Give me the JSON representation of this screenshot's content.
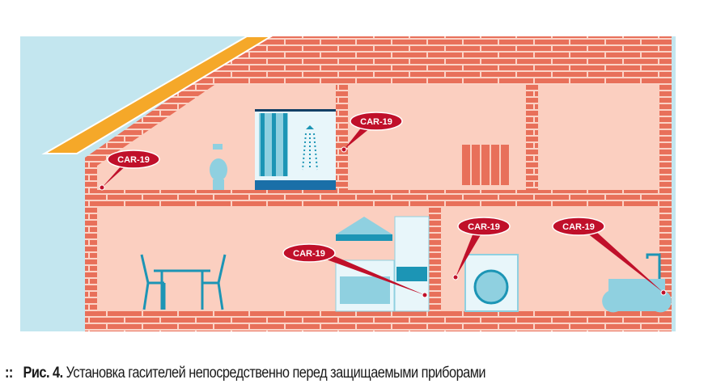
{
  "figure": {
    "caption_marker": "::",
    "caption_prefix": "Рис. 4.",
    "caption_text": "Установка гасителей непосредственно перед защищаемыми приборами"
  },
  "callouts": [
    {
      "label": "CAR-19",
      "location": "bathroom-sink"
    },
    {
      "label": "CAR-19",
      "location": "shower"
    },
    {
      "label": "CAR-19",
      "location": "kitchen-sink"
    },
    {
      "label": "CAR-19",
      "location": "washing-machine"
    },
    {
      "label": "CAR-19",
      "location": "bathtub"
    }
  ],
  "colors": {
    "brick": "#e8705a",
    "mortar": "#fbd3c6",
    "room": "#fbcfc0",
    "sky": "#c3e6ef",
    "roof": "#f5a829",
    "callout": "#c0102a",
    "fixture": "#8fd0e0"
  }
}
